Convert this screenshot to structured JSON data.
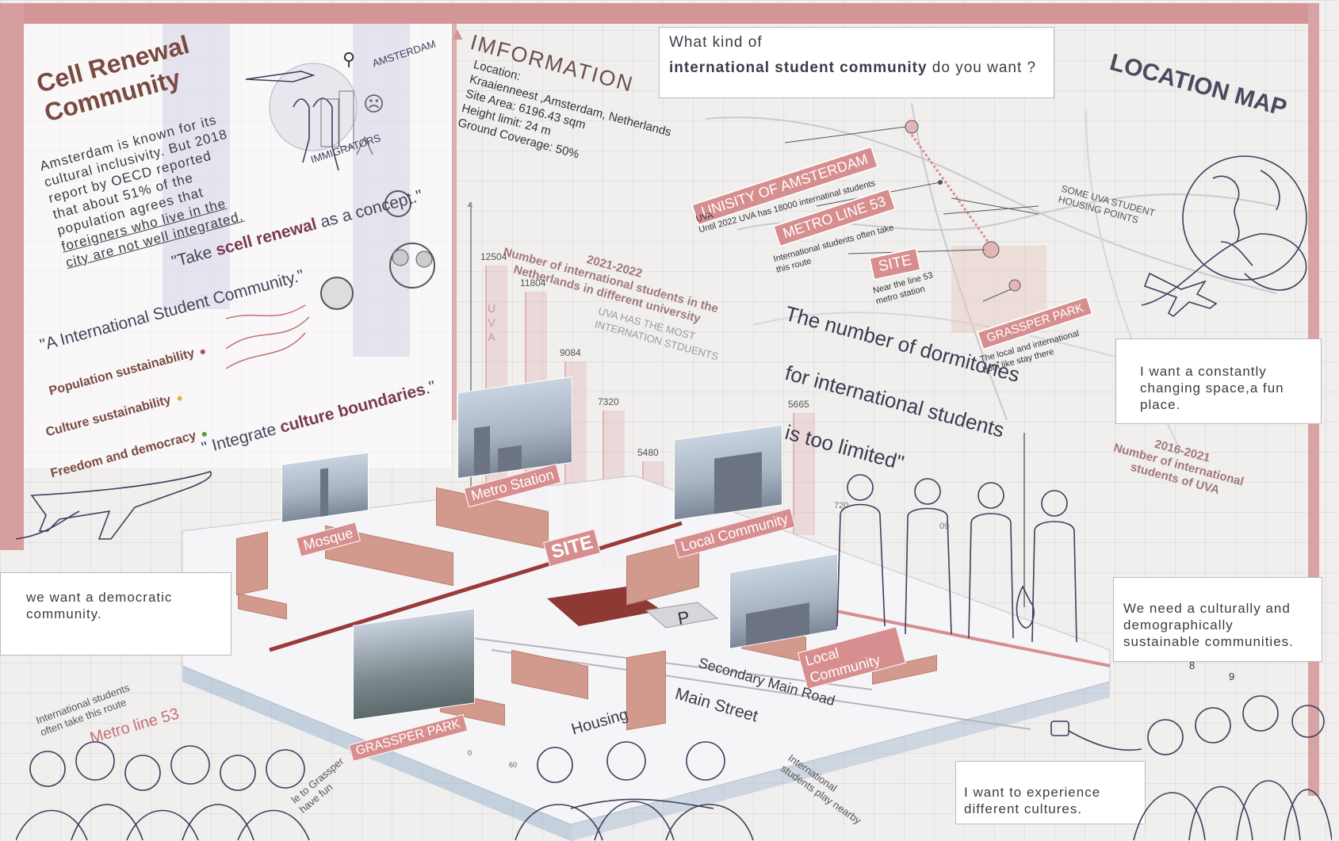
{
  "title": {
    "line1": "Cell Renewal",
    "line2": "Community"
  },
  "intro": {
    "part1": "Amsterdam is known for its cultural inclusivity. But 2018 report by OECD reported that about 51% of the population agrees that",
    "underlined": "foreigners who live in the city are not well integrated."
  },
  "illustration_labels": {
    "amsterdam": "AMSTERDAM",
    "immigrators": "IMMIGRATORS"
  },
  "quotes": {
    "q1_pre": "\"Take ",
    "q1_em": "scell renewal",
    "q1_post": " as a concept.\"",
    "q2": "\"A International Student Community.\"",
    "q3_pre": "\" Integrate ",
    "q3_em": "culture boundaries",
    "q3_post": ".\""
  },
  "sustainability": {
    "s1": "Population sustainability",
    "s2": "Culture sustainability",
    "s3": "Freedom and democracy",
    "dot_colors": [
      "#c23a8a",
      "#d8b44a",
      "#5a9a3a"
    ]
  },
  "information": {
    "title": "IMFORMATION",
    "lines": [
      "Location:",
      "Kraaienneest ,Amsterdam, Netherlands",
      "Site Area: 6196.43 sqm",
      "Height limit: 24 m",
      "Ground Coverage: 50%"
    ]
  },
  "question_box": {
    "line1": "What kind of",
    "bold": "international student community",
    "line2_post": " do you want ?"
  },
  "location_map": {
    "title": "LOCATION MAP",
    "uva_label": "UNISITY OF AMSTERDAM",
    "uva_note1": "UVA",
    "uva_note2": "Until 2022 UVA has 18000 internatinal students",
    "metro_label": "METRO LINE 53",
    "metro_note1": "International students often take",
    "metro_note2": "this route",
    "site_label": "SITE",
    "site_note1": "Near the line 53",
    "site_note2": "metro station",
    "park_label": "GRASSPER PARK",
    "park_note1": "The local and international",
    "park_note2": "both like stay there",
    "housing_note1": "SOME UVA STUDENT",
    "housing_note2": "HOUSING POINTS"
  },
  "dormitory_text": {
    "line1": "The number of dormitories",
    "line2": "for international students",
    "line3": "is too limited\""
  },
  "chart_data": [
    {
      "type": "bar",
      "title": "2021-2022 Number of international students in the Netherlands in different university",
      "title_line1": "2021-2022",
      "title_line2": "Number of international students in the",
      "title_line3": "Netherlands in different university",
      "annotation1": "UVA HAS THE MOST",
      "annotation2": "INTERNATION STDUENTS",
      "bar_label": "UVA",
      "values": [
        12504,
        11804,
        9084,
        7320,
        5480,
        5665
      ],
      "value_labels": [
        "12504",
        "11804",
        "9084",
        "7320",
        "5480",
        "5665"
      ]
    },
    {
      "type": "bar",
      "title": "2016-2021 Number of international students of UVA",
      "title_line1": "2016-2021",
      "title_line2": "Number of international",
      "title_line3": "students of UVA",
      "partial_value_labels": [
        "720",
        "09"
      ]
    }
  ],
  "speech_boxes": {
    "democratic": "we want a democratic community.",
    "fun": "I want a constantly changing space,a fun place.",
    "sustainable": "We need a culturally and demographically sustainable communities.",
    "cultures": "I want to experience different cultures."
  },
  "site_tags": {
    "mosque": "Mosque",
    "metro": "Metro Station",
    "site": "SITE",
    "local1": "Local Community",
    "local2": "Local Community",
    "park": "GRASSPER PARK",
    "parking": "P"
  },
  "streets": {
    "secondary": "Secondary Main Road",
    "main": "Main Street",
    "housing": "Housing",
    "metro_line": "Metro  line  53",
    "route1": "International students",
    "route2": "often take this route",
    "play1": "International",
    "play2": "students play nearby",
    "grassper1": "le to Grassper",
    "grassper2": "have fun",
    "scale0": "0",
    "scale60": "60"
  },
  "axis_numbers": {
    "n8": "8",
    "n9": "9"
  },
  "colors": {
    "accent": "#d78e8f",
    "frame": "#d39596",
    "ink": "#3c3f5c",
    "block": "#d29a8c"
  }
}
